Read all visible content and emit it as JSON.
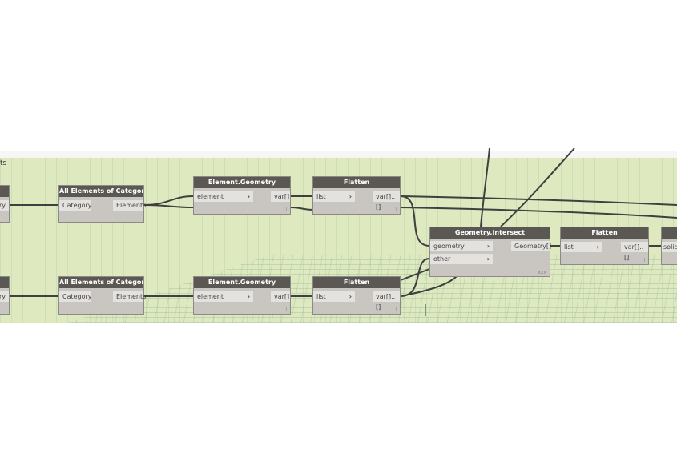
{
  "group": {
    "title": "ts"
  },
  "nodes": {
    "left1": {
      "out": "ry"
    },
    "left2": {
      "out": "ry"
    },
    "cat1": {
      "title": "All Elements of Category",
      "in": "Category",
      "out": "Elements"
    },
    "cat2": {
      "title": "All Elements of Category",
      "in": "Category",
      "out": "Elements"
    },
    "geo1": {
      "title": "Element.Geometry",
      "in": "element",
      "out": "var[]",
      "foot": "l"
    },
    "geo2": {
      "title": "Element.Geometry",
      "in": "element",
      "out": "var[]",
      "foot": "l"
    },
    "fl1": {
      "title": "Flatten",
      "in": "list",
      "out": "var[]..[]",
      "foot": "l"
    },
    "fl2": {
      "title": "Flatten",
      "in": "list",
      "out": "var[]..[]",
      "foot": "l"
    },
    "inter": {
      "title": "Geometry.Intersect",
      "in1": "geometry",
      "in2": "other",
      "out": "Geometry[]",
      "foot": "xxx"
    },
    "fl3": {
      "title": "Flatten",
      "in": "list",
      "out": "var[]..[]",
      "foot": "l"
    },
    "right": {
      "in": "solid"
    }
  },
  "chevron": "›"
}
